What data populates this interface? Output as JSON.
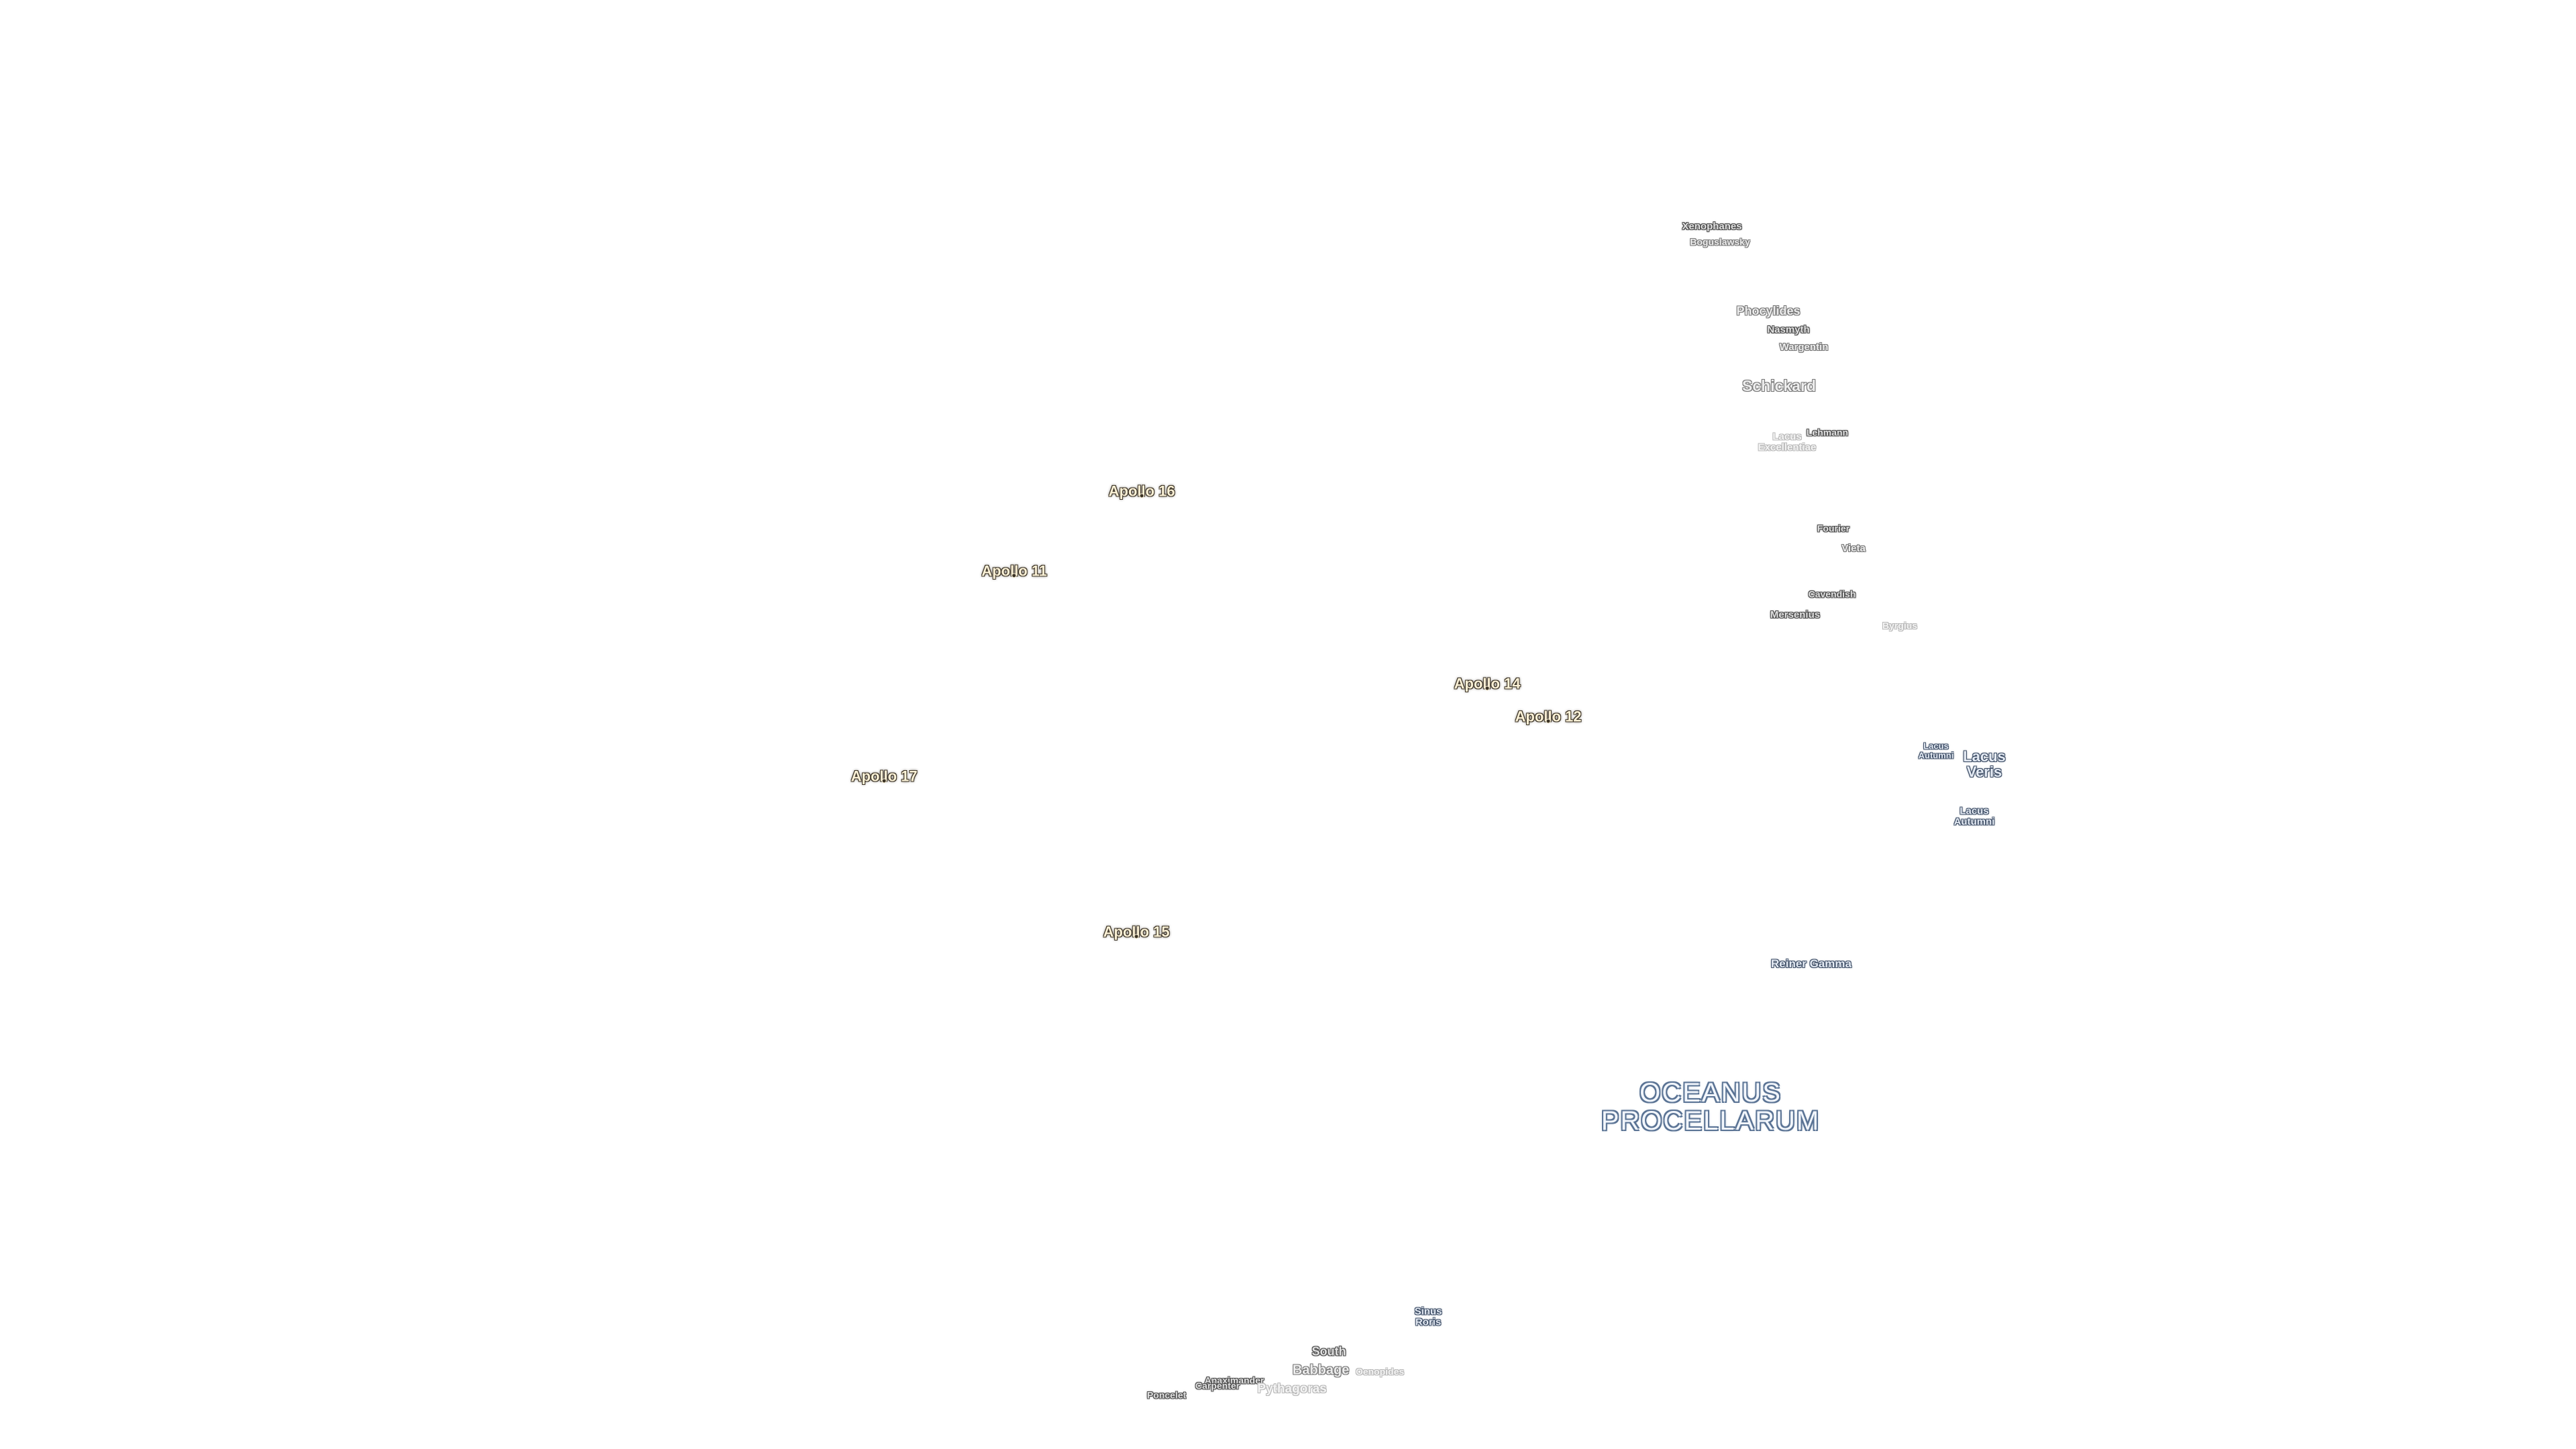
{
  "map": {
    "title": "",
    "colors": {
      "background": "#ffffff",
      "feature_text": "#e2e2e2",
      "feature_halo": "#4a4a4a",
      "lake_text": "#e6ecf5",
      "lake_halo": "#3e4e66",
      "ocean_text": "#f2f6fc",
      "ocean_halo": "#5a7394",
      "apollo_text": "#fbf1d6",
      "apollo_halo": "#3a3225"
    },
    "labels": {
      "xenophanes": "Xenophanes",
      "boguslawsky": "Boguslawsky",
      "phocylides": "Phocylides",
      "nasmyth": "Nasmyth",
      "wargentin": "Wargentin",
      "schickard": "Schickard",
      "lacus_excellentiae_1": "Lacus",
      "lacus_excellentiae_2": "Excellentiae",
      "lehmann": "Lehmann",
      "fourier": "Fourier",
      "vieta": "Vieta",
      "cavendish": "Cavendish",
      "mersenius": "Mersenius",
      "byrgius": "Byrgius",
      "lacus_autumni_small_1": "Lacus",
      "lacus_autumni_small_2": "Autumni",
      "lacus_veris_1": "Lacus",
      "lacus_veris_2": "Veris",
      "lacus_autumni_1": "Lacus",
      "lacus_autumni_2": "Autumni",
      "reiner_gamma": "Reiner Gamma",
      "oceanus_1": "OCEANUS",
      "oceanus_2": "PROCELLARUM",
      "sinus_roris_1": "Sinus",
      "sinus_roris_2": "Roris",
      "south": "South",
      "babbage": "Babbage",
      "oenopides": "Oenopides",
      "anaximander": "Anaximander",
      "carpenter": "Carpenter",
      "pythagoras": "Pythagoras",
      "poncelet": "Poncelet"
    },
    "apollo": {
      "a16": "Apollo 16",
      "a11": "Apollo 11",
      "a14": "Apollo 14",
      "a12": "Apollo 12",
      "a17": "Apollo 17",
      "a15": "Apollo 15"
    }
  }
}
